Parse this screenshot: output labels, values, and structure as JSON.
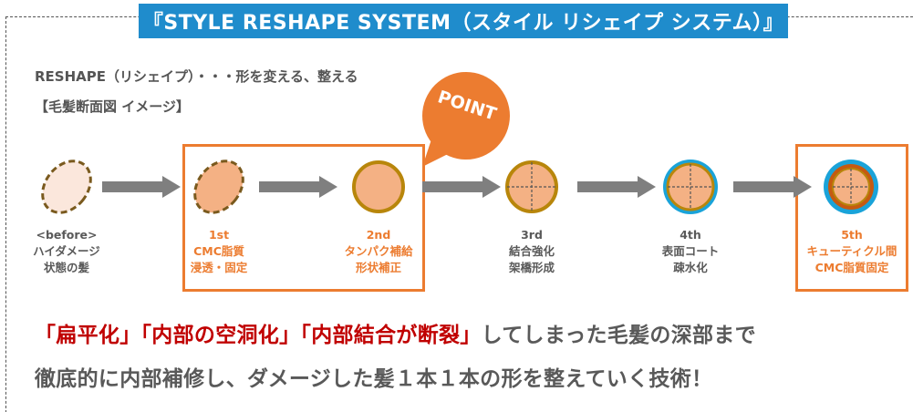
{
  "title": "『STYLE RESHAPE SYSTEM（スタイル リシェイプ システム）』",
  "subtitle": "RESHAPE（リシェイプ）・・・形を変える、整える",
  "caption": "【毛髪断面図 イメージ】",
  "point_badge": "POINT",
  "stages": [
    {
      "lines": [
        "<before>",
        "ハイダメージ",
        "状態の髪"
      ]
    },
    {
      "lines": [
        "1st",
        "CMC脂質",
        "浸透・固定"
      ]
    },
    {
      "lines": [
        "2nd",
        "タンパク補給",
        "形状補正"
      ]
    },
    {
      "lines": [
        "3rd",
        "結合強化",
        "架橋形成"
      ]
    },
    {
      "lines": [
        "4th",
        "表面コート",
        "疎水化"
      ]
    },
    {
      "lines": [
        "5th",
        "キューティクル間",
        "CMC脂質固定"
      ]
    }
  ],
  "statement": {
    "line1_red": "「扁平化」「内部の空洞化」「内部結合が断裂」",
    "line1_rest": "してしまった毛髪の深部まで",
    "line2": "徹底的に内部補修し、ダメージした髪１本１本の形を整えていく技術！"
  },
  "colors": {
    "title_bg": "#1f8ccc",
    "accent_orange": "#ec7c30",
    "emphasis_red": "#c00000",
    "text_gray": "#595959",
    "arrow_gray": "#7f7f7f",
    "ring_brown": "#b8860b",
    "coat_blue": "#1aa3d9"
  }
}
